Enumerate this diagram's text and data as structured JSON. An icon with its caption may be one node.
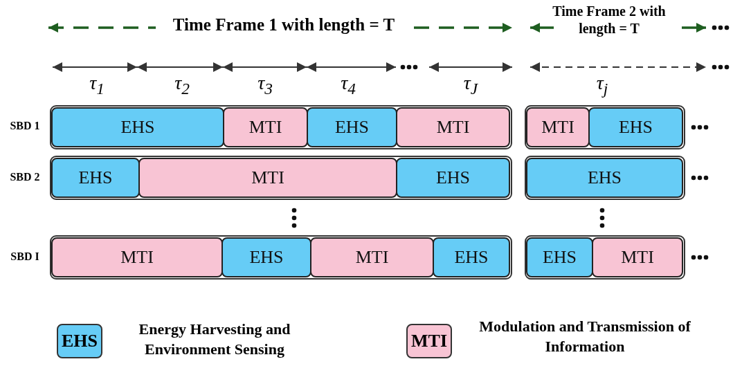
{
  "diagram": {
    "nodes": [
      {
        "text": [],
        "shape": "bar"
      },
      {
        "text": [
          "EHS"
        ],
        "in": 0
      },
      {
        "text": [
          "MTI"
        ],
        "in": 0
      },
      {
        "text": [
          "EHS"
        ],
        "in": 0
      },
      {
        "text": [
          "MTI"
        ],
        "in": 0
      },
      {
        "text": [],
        "shape": "bar"
      },
      {
        "text": [
          "MTI"
        ],
        "in": 5
      },
      {
        "text": [
          "EHS"
        ],
        "in": 5
      },
      {
        "text": [],
        "shape": "bar"
      },
      {
        "text": [
          "EHS"
        ],
        "in": 8
      },
      {
        "text": [
          "MTI"
        ],
        "in": 8
      },
      {
        "text": [
          "EHS"
        ],
        "in": 8
      },
      {
        "text": [],
        "shape": "bar"
      },
      {
        "text": [
          "EHS"
        ],
        "in": 12
      },
      {
        "text": [],
        "shape": "bar"
      },
      {
        "text": [
          "MTI"
        ],
        "in": 14
      },
      {
        "text": [
          "EHS"
        ],
        "in": 14
      },
      {
        "text": [
          "MTI"
        ],
        "in": 14
      },
      {
        "text": [
          "EHS"
        ],
        "in": 14
      },
      {
        "text": [],
        "shape": "bar"
      },
      {
        "text": [
          "EHS"
        ],
        "in": 19
      },
      {
        "text": [
          "MTI"
        ],
        "in": 19
      }
    ],
    "edges": [],
    "labels": [
      "Time Frame 1 with length = T",
      "Time Frame 2 with length = T",
      "τ$_{1}$",
      "τ$_{2}$",
      "τ$_{3}$",
      "τ$_{4}$",
      "τ$_{J}$",
      "τ$_{j}$",
      "SBD 1",
      "SBD 2",
      "SBD I",
      "EHS",
      "MTI"
    ],
    "legend": [
      {
        "text": "Energy Harvesting and Environment Sensing",
        "color": "#66ccf6"
      },
      {
        "text": "Modulation and Transmission of Information",
        "color": "#f8c4d4"
      }
    ]
  }
}
